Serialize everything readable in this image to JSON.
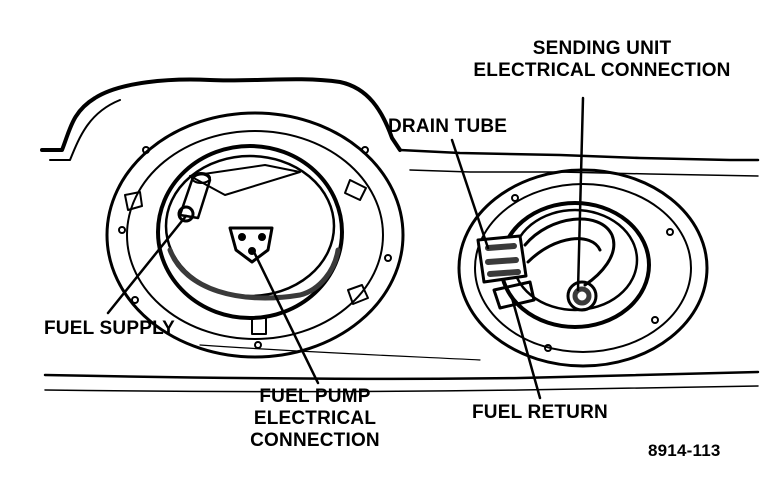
{
  "colors": {
    "ink": "#000000",
    "paper": "#ffffff",
    "shade": "#3a3a3a"
  },
  "labels": {
    "sending_unit_line1": "SENDING UNIT",
    "sending_unit_line2": "ELECTRICAL CONNECTION",
    "drain_tube": "DRAIN TUBE",
    "fuel_supply": "FUEL SUPPLY",
    "fuel_pump_line1": "FUEL PUMP",
    "fuel_pump_line2": "ELECTRICAL",
    "fuel_pump_line3": "CONNECTION",
    "fuel_return": "FUEL RETURN",
    "figure_id": "8914-113"
  }
}
